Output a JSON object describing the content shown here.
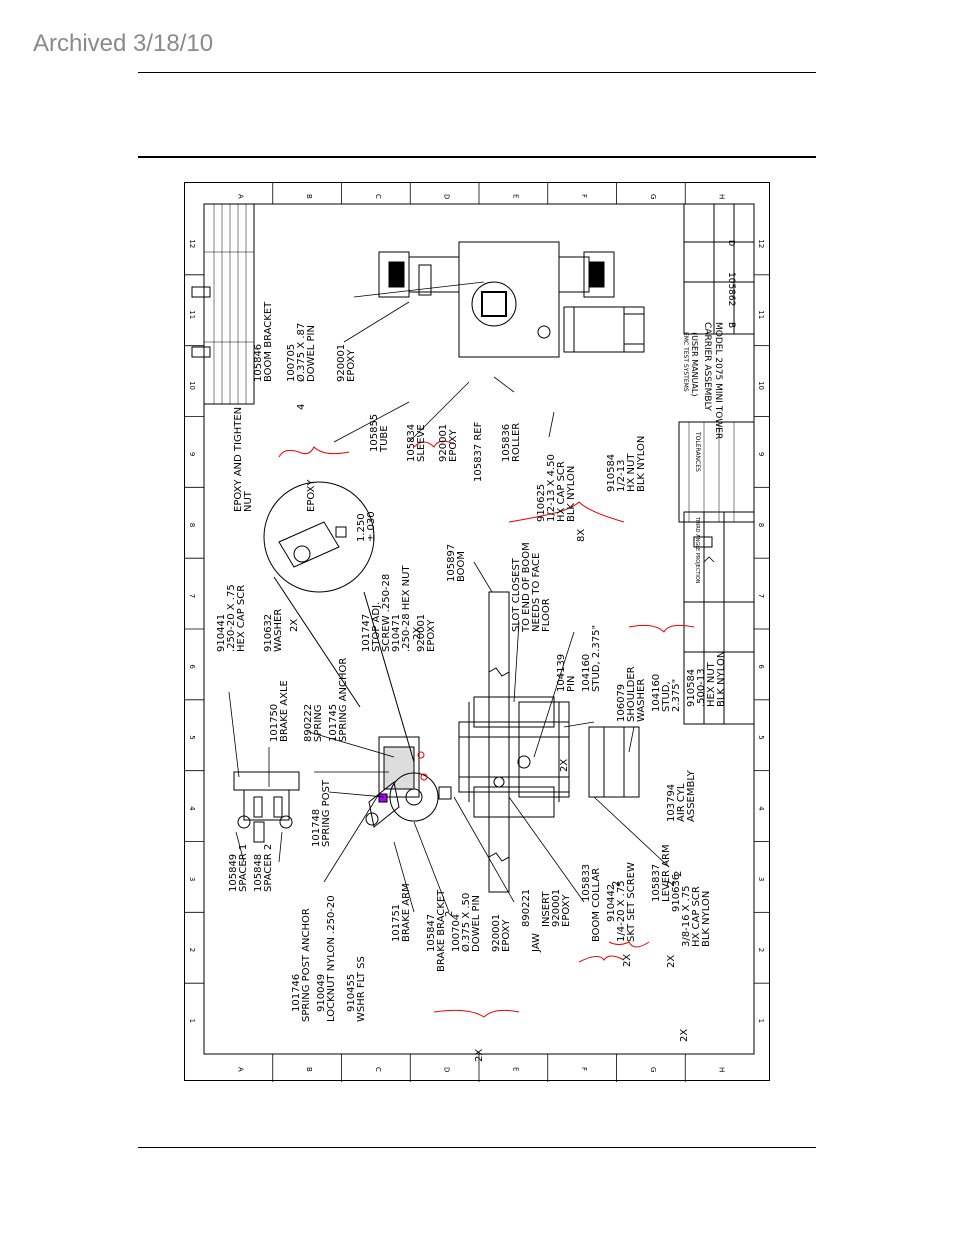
{
  "header": {
    "archived_label": "Archived 3/18/10"
  },
  "drawing": {
    "grid_rows": [
      "A",
      "B",
      "C",
      "D",
      "E",
      "F",
      "G",
      "H"
    ],
    "grid_cols": [
      "1",
      "2",
      "3",
      "4",
      "5",
      "6",
      "7",
      "8",
      "9",
      "10",
      "11",
      "12"
    ],
    "title_block": {
      "company": "(USER MANUAL)",
      "company_sub": "EMC TEST SYSTEMS",
      "title_line1": "CARRIER ASSEMBLY",
      "title_line2": "MODEL 2075 MINI TOWER",
      "dwg_no": "105862",
      "rev": "B",
      "size": "D",
      "tolerances": "TOLERANCES",
      "third_angle": "THIRD ANGLE PROJECTION"
    },
    "callouts": {
      "c105849": "105849",
      "c105849b": "SPACER 1",
      "c105848": "105848",
      "c105848b": "SPACER 2",
      "c101750": "101750",
      "c101750b": "BRAKE AXLE",
      "c910441": "910441",
      "c910441b": ".250-20 X .75",
      "c910441c": "HEX CAP SCR",
      "c910632": "910632",
      "c910632b": "WASHER",
      "c890222": "890222",
      "c890222b": "SPRING",
      "c101745": "101745",
      "c101745b": "SPRING ANCHOR",
      "c101748": "101748",
      "c101748b": "SPRING POST",
      "c101747": "101747",
      "c101747b": "STOP ADJ.",
      "c101747c": "SCREW .250-28",
      "c910471": "910471",
      "c910471b": ".250-28 HEX NUT",
      "c920001a": "920001",
      "c920001ab": "EPOXY",
      "epoxy_nut": "EPOXY AND TIGHTEN",
      "epoxy_nut2": "NUT",
      "epoxy": "EPOXY",
      "dim": "1.250",
      "dim2": "±.030",
      "c105846": "105846",
      "c105846b": "BOOM BRACKET",
      "c100705": "100705",
      "c100705b": "Ø.375 X .87",
      "c100705c": "DOWEL PIN",
      "c920001b": "920001",
      "c920001bb": "EPOXY",
      "c105855": "105855",
      "c105855b": "TUBE",
      "c105834": "105834",
      "c105834b": "SLEEVE",
      "c920001c": "920001",
      "c920001cb": "EPOXY",
      "c105837ref": "105837 REF",
      "c105836": "105836",
      "c105836b": "ROLLER",
      "c910625": "910625",
      "c910625b": "1/2-13 X 4.50",
      "c910625c": "HX CAP SCR",
      "c910625d": "BLK NYLON",
      "c910584": "910584",
      "c910584b": "1/2-13",
      "c910584c": "HX NUT",
      "c910584d": "BLK NYLON",
      "c105897": "105897",
      "c105897b": "BOOM",
      "slot1": "SLOT CLOSEST",
      "slot2": "TO END OF BOOM",
      "slot3": "NEEDS TO FACE",
      "slot4": "FLOOR",
      "c104139": "104139",
      "c104139b": "PIN",
      "c104160": "104160",
      "c104160b": "STUD, 2.375\"",
      "c106079": "106079",
      "c106079b": "SHOULDER",
      "c106079c": "WASHER",
      "c104160x": "104160",
      "c104160xb": "STUD,",
      "c104160xc": "2.375\"",
      "c910584x": "910584",
      "c910584xb": ".500-13",
      "c910584xc": "HEX NUT",
      "c910584xd": "BLK NYLON",
      "c103794": "103794",
      "c103794b": "AIR CYL",
      "c103794c": "ASSEMBLY",
      "c101746": "101746",
      "c101746b": "SPRING POST ANCHOR",
      "c910049": "910049",
      "c910049b": "LOCKNUT NYLON .250-20",
      "c910455": "910455",
      "c910455b": "WSHR FLT SS",
      "c101751": "101751",
      "c101751b": "BRAKE ARM",
      "c105847": "105847",
      "c105847b": "BRAKE BRACKET",
      "c100704": "100704",
      "c100704b": "Ø.375 X .50",
      "c100704c": "DOWEL PIN",
      "c920001d": "920001",
      "c920001db": "EPOXY",
      "c890221": "890221",
      "c890221b": "JAW",
      "c890221c": "INSERT",
      "c920001e": "920001",
      "c920001eb": "EPOXY",
      "c105833": "105833",
      "c105833b": "BOOM COLLAR",
      "c910442": "910442",
      "c910442b": "1/4-20 X .75",
      "c910442c": "SKT SET SCREW",
      "c105837": "105837",
      "c105837b": "LEVER ARM",
      "c910636": "910636",
      "c910636b": "3/8-16 X .75",
      "c910636c": "HX CAP SCR",
      "c910636d": "BLK NYLON",
      "q2": "2",
      "q4": "4",
      "x2": "2X",
      "x8": "8X"
    }
  }
}
